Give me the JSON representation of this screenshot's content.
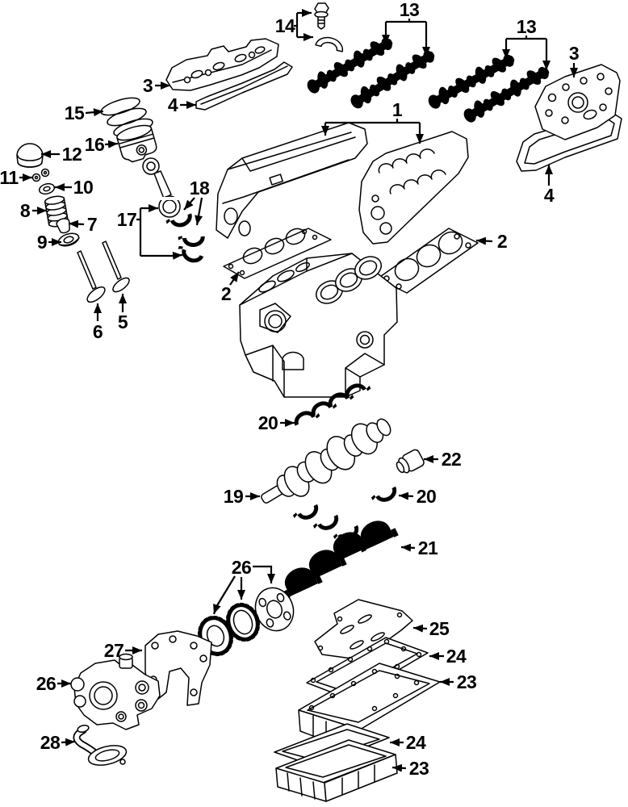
{
  "diagram": {
    "kind": "exploded-engine-parts-diagram",
    "background_color": "#ffffff",
    "line_color": "#000000",
    "callouts": [
      {
        "label": "14"
      },
      {
        "label": "13"
      },
      {
        "label": "13"
      },
      {
        "label": "3"
      },
      {
        "label": "4"
      },
      {
        "label": "1"
      },
      {
        "label": "3"
      },
      {
        "label": "4"
      },
      {
        "label": "15"
      },
      {
        "label": "16"
      },
      {
        "label": "12"
      },
      {
        "label": "11"
      },
      {
        "label": "10"
      },
      {
        "label": "8"
      },
      {
        "label": "7"
      },
      {
        "label": "9"
      },
      {
        "label": "6"
      },
      {
        "label": "5"
      },
      {
        "label": "17"
      },
      {
        "label": "18"
      },
      {
        "label": "2"
      },
      {
        "label": "2"
      },
      {
        "label": "20"
      },
      {
        "label": "19"
      },
      {
        "label": "22"
      },
      {
        "label": "20"
      },
      {
        "label": "21"
      },
      {
        "label": "26"
      },
      {
        "label": "27"
      },
      {
        "label": "26"
      },
      {
        "label": "28"
      },
      {
        "label": "25"
      },
      {
        "label": "24"
      },
      {
        "label": "23"
      },
      {
        "label": "24"
      },
      {
        "label": "23"
      }
    ]
  }
}
